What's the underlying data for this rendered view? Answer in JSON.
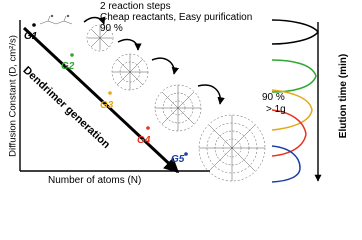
{
  "notes": {
    "steps": "2 reaction steps",
    "reactants": "Cheap reactants, Easy purification",
    "yield_top": "90 %",
    "yield_right": "90 %",
    "scale": "> 1g"
  },
  "axes": {
    "y_label": "Diffusion Constant (D, cm²/s)",
    "x_label": "Number of atoms (N)",
    "diagonal_label": "Dendrimer generation",
    "right_label": "Elution time (min)"
  },
  "generations": [
    {
      "label": "G1",
      "color": "#000000"
    },
    {
      "label": "G2",
      "color": "#2fa833"
    },
    {
      "label": "G3",
      "color": "#e6a817"
    },
    {
      "label": "G4",
      "color": "#e8321f"
    },
    {
      "label": "G5",
      "color": "#1a3fa6"
    }
  ],
  "peak_colors": [
    "#000000",
    "#2fa833",
    "#e6a817",
    "#e8321f",
    "#1a3fa6"
  ]
}
